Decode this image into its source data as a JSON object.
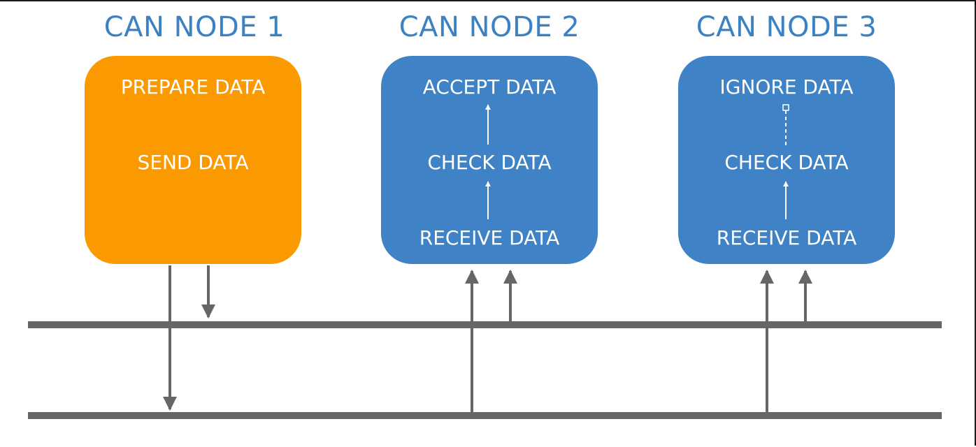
{
  "colors": {
    "title": "#3b82c4",
    "sender_box": "#fb9a00",
    "receiver_box": "#3f83c6",
    "bus": "#666666",
    "inner_arrow": "#ffffff"
  },
  "nodes": [
    {
      "title": "CAN NODE 1",
      "role": "sender",
      "steps": [
        "PREPARE DATA",
        "SEND DATA"
      ]
    },
    {
      "title": "CAN NODE 2",
      "role": "receiver",
      "steps": [
        "ACCEPT DATA",
        "CHECK DATA",
        "RECEIVE DATA"
      ]
    },
    {
      "title": "CAN NODE 3",
      "role": "receiver",
      "steps": [
        "IGNORE DATA",
        "CHECK DATA",
        "RECEIVE DATA"
      ]
    }
  ]
}
